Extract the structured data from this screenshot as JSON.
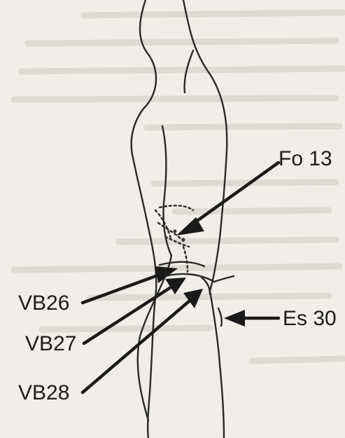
{
  "figure": {
    "labels": {
      "fo13": "Fo 13",
      "vb26": "VB26",
      "vb27": "VB27",
      "vb28": "VB28",
      "es30": "Es 30"
    },
    "colors": {
      "background": "#f1eee9",
      "ink": "#1a1a1a",
      "bleed_text": "#cfcac2"
    }
  }
}
